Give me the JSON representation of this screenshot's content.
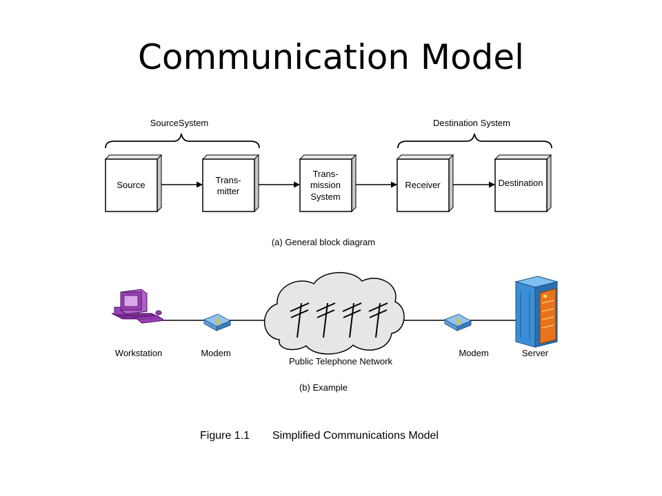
{
  "title": "Communication Model",
  "diagram_a": {
    "groups": {
      "source_system": "SourceSystem",
      "destination_system": "Destination System"
    },
    "blocks": {
      "source": [
        "Source"
      ],
      "transmitter": [
        "Trans-",
        "mitter"
      ],
      "transmission_system": [
        "Trans-",
        "mission",
        "System"
      ],
      "receiver": [
        "Receiver"
      ],
      "destination": [
        "Destination"
      ]
    },
    "caption": "(a) General block diagram"
  },
  "diagram_b": {
    "labels": {
      "workstation": "Workstation",
      "modem_left": "Modem",
      "network": "Public Telephone Network",
      "modem_right": "Modem",
      "server": "Server"
    },
    "caption": "(b) Example"
  },
  "figure_caption": {
    "number": "Figure 1.1",
    "text": "Simplified Communications Model"
  },
  "colors": {
    "block_side": "#c8c8c8",
    "workstation": "#9a3fb5",
    "modem": "#5b9bd5",
    "server": "#3b8fd6",
    "server_panel": "#e8731f"
  },
  "icons": {
    "workstation": "computer-icon",
    "modem": "modem-icon",
    "network": "cloud-icon",
    "server": "server-icon"
  }
}
